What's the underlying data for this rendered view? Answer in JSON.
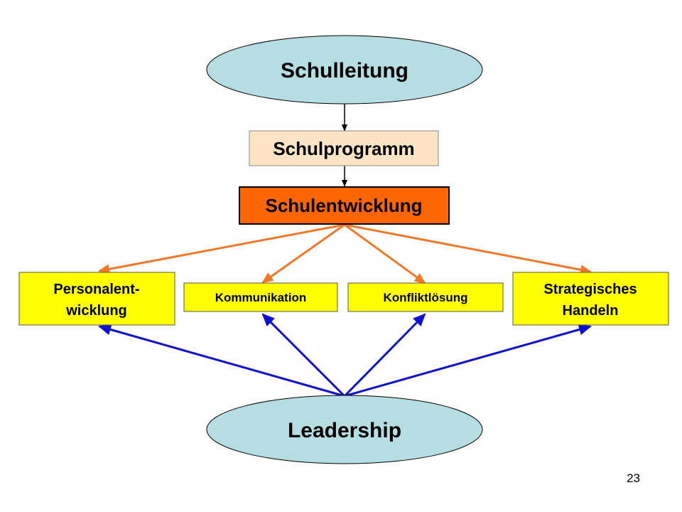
{
  "nodes": {
    "schulleitung": {
      "label": "Schulleitung",
      "color": "#b6dde1"
    },
    "schulprogramm": {
      "label": "Schulprogramm",
      "color": "#fce4c4"
    },
    "schulentwicklung": {
      "label": "Schulentwicklung",
      "color": "#ff6600"
    },
    "personalentwicklung": {
      "line1": "Personalent-",
      "line2": "wicklung",
      "color": "#ffff00"
    },
    "kommunikation": {
      "label": "Kommunikation",
      "color": "#ffff00"
    },
    "konfliktloesung": {
      "label": "Konfliktlösung",
      "color": "#ffff00"
    },
    "strategisches_handeln": {
      "line1": "Strategisches",
      "line2": "Handeln",
      "color": "#ffff00"
    },
    "leadership": {
      "label": "Leadership",
      "color": "#b6dde1"
    }
  },
  "arrows": {
    "top_color": "#000000",
    "development_color": "#f07828",
    "leadership_color": "#1010d0"
  },
  "footer": {
    "page_number": "23"
  }
}
